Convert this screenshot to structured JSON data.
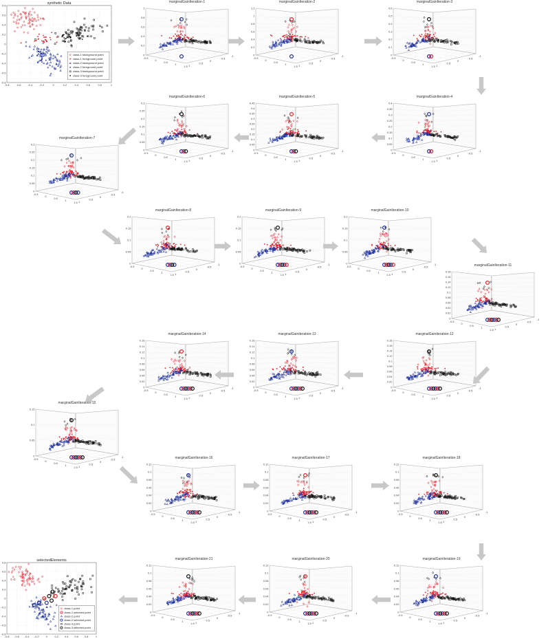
{
  "colors": {
    "class1": "#e8202a",
    "class2": "#1c2f9c",
    "class3": "#111111",
    "arrow": "#c8c8c8",
    "grid": "#dddddd"
  },
  "chart_data": [
    {
      "type": "scatter",
      "title": "synthetic Data",
      "xlim": [
        -0.8,
        1
      ],
      "ylim": [
        -0.8,
        0.8
      ],
      "xticks": [
        "-0.8",
        "-0.6",
        "-0.4",
        "-0.2",
        "0",
        "0.2",
        "0.4",
        "0.6",
        "0.8",
        "1"
      ],
      "yticks": [
        "0.8",
        "0.6",
        "0.4",
        "0.2",
        "0",
        "-0.2",
        "-0.4",
        "-0.6",
        "-0.8"
      ],
      "legend_position": "bottom-right",
      "legend": [
        "class-1 background point",
        "class-1 foreground point",
        "class-2 background point",
        "class-2 foreground point",
        "class-3 background point",
        "class-3 foreground point"
      ],
      "series": [
        {
          "name": "class-1",
          "center": [
            -0.45,
            0.55
          ],
          "spread": [
            0.15,
            0.12
          ]
        },
        {
          "name": "class-2",
          "center": [
            -0.15,
            -0.3
          ],
          "spread": [
            0.12,
            0.18
          ]
        },
        {
          "name": "class-3",
          "center": [
            0.45,
            0.25
          ],
          "spread": [
            0.2,
            0.12
          ]
        }
      ]
    },
    {
      "type": "scatter",
      "title": "selectedElements",
      "xlim": [
        -0.8,
        1
      ],
      "ylim": [
        -0.8,
        0.8
      ],
      "xticks": [
        "-0.8",
        "-0.6",
        "-0.4",
        "-0.2",
        "0",
        "0.2",
        "0.4",
        "0.6",
        "0.8",
        "1"
      ],
      "yticks": [
        "0.8",
        "0.6",
        "0.4",
        "0.2",
        "0",
        "-0.2",
        "-0.4",
        "-0.6",
        "-0.8"
      ],
      "legend_position": "bottom-right",
      "legend": [
        "class-1 point",
        "class-1 selected point",
        "class-2 point",
        "class-2 selected point",
        "class-3 point",
        "class-3 selected point"
      ]
    }
  ],
  "panels": [
    {
      "title": "marginalGainIteration-1",
      "zticks": [
        "1",
        "0.8",
        "0.6",
        "0.4",
        "0.2",
        "0"
      ]
    },
    {
      "title": "marginalGainIteration-2",
      "zticks": [
        "1.2",
        "1",
        "0.8",
        "0.6",
        "0.4",
        "0.2",
        "0"
      ]
    },
    {
      "title": "marginalGainIteration-3",
      "zticks": [
        "0.6",
        "0.5",
        "0.4",
        "0.3",
        "0.2",
        "0.1",
        "0"
      ]
    },
    {
      "title": "marginalGainIteration-4",
      "zticks": [
        "0.4",
        "0.35",
        "0.3",
        "0.25",
        "0.2",
        "0.15",
        "0.1",
        "0.05",
        "0"
      ]
    },
    {
      "title": "marginalGainIteration-5",
      "zticks": [
        "0.45",
        "0.4",
        "0.35",
        "0.3",
        "0.25",
        "0.2",
        "0.15",
        "0.1",
        "0.05",
        "0"
      ]
    },
    {
      "title": "marginalGainIteration-6",
      "zticks": [
        "0.3",
        "0.25",
        "0.2",
        "0.15",
        "0.1",
        "0.05",
        "0"
      ]
    },
    {
      "title": "marginalGainIteration-7",
      "zticks": [
        "0.3",
        "0.25",
        "0.2",
        "0.15",
        "0.1",
        "0.05",
        "0"
      ]
    },
    {
      "title": "marginalGainIteration-8",
      "zticks": [
        "0.2",
        "0.15",
        "0.1",
        "0.05",
        "0"
      ]
    },
    {
      "title": "marginalGainIteration-9",
      "zticks": [
        "0.2",
        "0.15",
        "0.1",
        "0.05",
        "0"
      ]
    },
    {
      "title": "marginalGainIteration-10",
      "zticks": [
        "0.2",
        "0.15",
        "0.1",
        "0.05",
        "0"
      ]
    },
    {
      "title": "marginalGainIteration-11",
      "zticks": [
        "0.18",
        "0.16",
        "0.14",
        "0.12",
        "0.1",
        "0.08",
        "0.06",
        "0.04",
        "0.02",
        "0"
      ]
    },
    {
      "title": "marginalGainIteration-12",
      "zticks": [
        "0.18",
        "0.16",
        "0.14",
        "0.12",
        "0.1",
        "0.08",
        "0.06",
        "0.04",
        "0.02",
        "0"
      ]
    },
    {
      "title": "marginalGainIteration-13",
      "zticks": [
        "0.16",
        "0.14",
        "0.12",
        "0.1",
        "0.08",
        "0.06",
        "0.04",
        "0.02",
        "0"
      ]
    },
    {
      "title": "marginalGainIteration-14",
      "zticks": [
        "0.16",
        "0.14",
        "0.12",
        "0.1",
        "0.08",
        "0.06",
        "0.04",
        "0.02",
        "0"
      ]
    },
    {
      "title": "marginalGainIteration-15",
      "zticks": [
        "0.15",
        "0.1",
        "0.05",
        "0"
      ]
    },
    {
      "title": "marginalGainIteration-16",
      "zticks": [
        "0.12",
        "0.1",
        "0.08",
        "0.06",
        "0.04",
        "0.02",
        "0"
      ]
    },
    {
      "title": "marginalGainIteration-17",
      "zticks": [
        "0.12",
        "0.1",
        "0.08",
        "0.06",
        "0.04",
        "0.02",
        "0"
      ]
    },
    {
      "title": "marginalGainIteration-18",
      "zticks": [
        "0.12",
        "0.1",
        "0.08",
        "0.06",
        "0.04",
        "0.02",
        "0"
      ]
    },
    {
      "title": "marginalGainIteration-19",
      "zticks": [
        "0.12",
        "0.1",
        "0.08",
        "0.06",
        "0.04",
        "0.02",
        "0"
      ]
    },
    {
      "title": "marginalGainIteration-20",
      "zticks": [
        "0.12",
        "0.1",
        "0.08",
        "0.06",
        "0.04",
        "0.02",
        "0"
      ]
    },
    {
      "title": "marginalGainIteration-21",
      "zticks": [
        "0.12",
        "0.1",
        "0.08",
        "0.06",
        "0.04",
        "0.02",
        "0"
      ]
    }
  ],
  "xy_ticks_3d": {
    "x": [
      "-0.5",
      "0",
      "0.5",
      "1",
      "1.5"
    ],
    "y": [
      "1",
      "0.5",
      "0",
      "-0.5",
      "-1"
    ]
  }
}
